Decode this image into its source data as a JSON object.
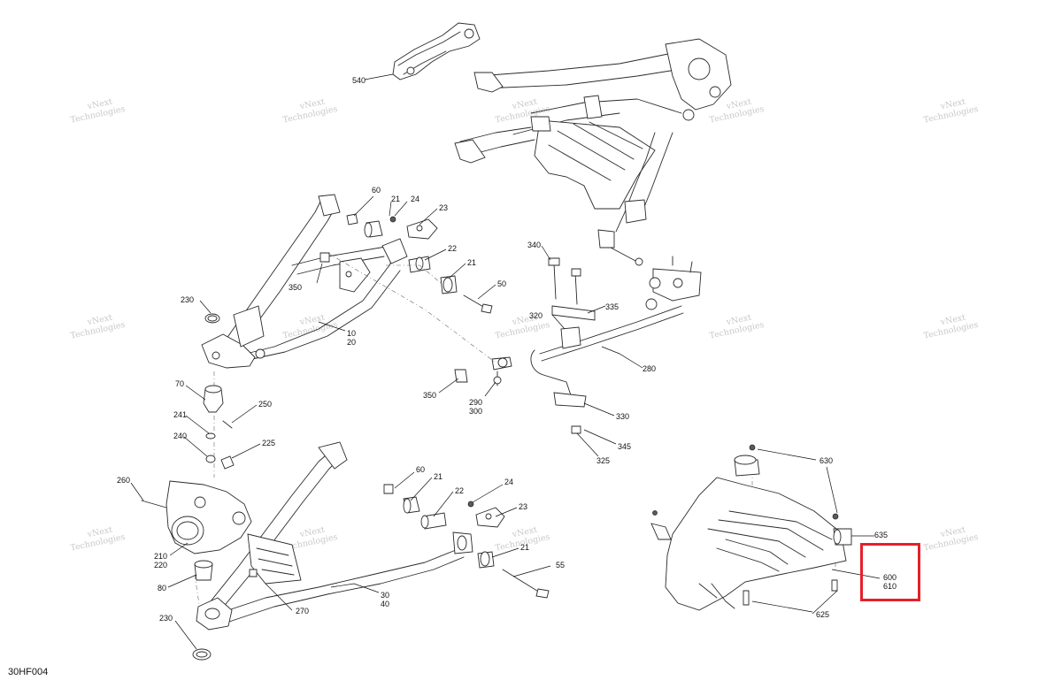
{
  "figure_code": "30HF004",
  "watermark": {
    "line1": "vNext",
    "line2": "Technologies"
  },
  "highlight_color": "#e5202a",
  "callouts": {
    "c540": "540",
    "c60a": "60",
    "c21a": "21",
    "c24a": "24",
    "c23a": "23",
    "c22a": "22",
    "c21b": "21",
    "c50": "50",
    "c230a": "230",
    "c350a": "350",
    "c10": "10",
    "c20": "20",
    "c340": "340",
    "c335": "335",
    "c320": "320",
    "c280": "280",
    "c350b": "350",
    "c290": "290",
    "c300": "300",
    "c330": "330",
    "c345": "345",
    "c325": "325",
    "c70": "70",
    "c250": "250",
    "c241": "241",
    "c240": "240",
    "c225": "225",
    "c260": "260",
    "c210": "210",
    "c220": "220",
    "c80": "80",
    "c230b": "230",
    "c270": "270",
    "c60b": "60",
    "c21c": "21",
    "c22b": "22",
    "c24b": "24",
    "c23b": "23",
    "c21d": "21",
    "c55": "55",
    "c30": "30",
    "c40": "40",
    "c630": "630",
    "c635": "635",
    "c600": "600",
    "c610": "610",
    "c625": "625"
  }
}
